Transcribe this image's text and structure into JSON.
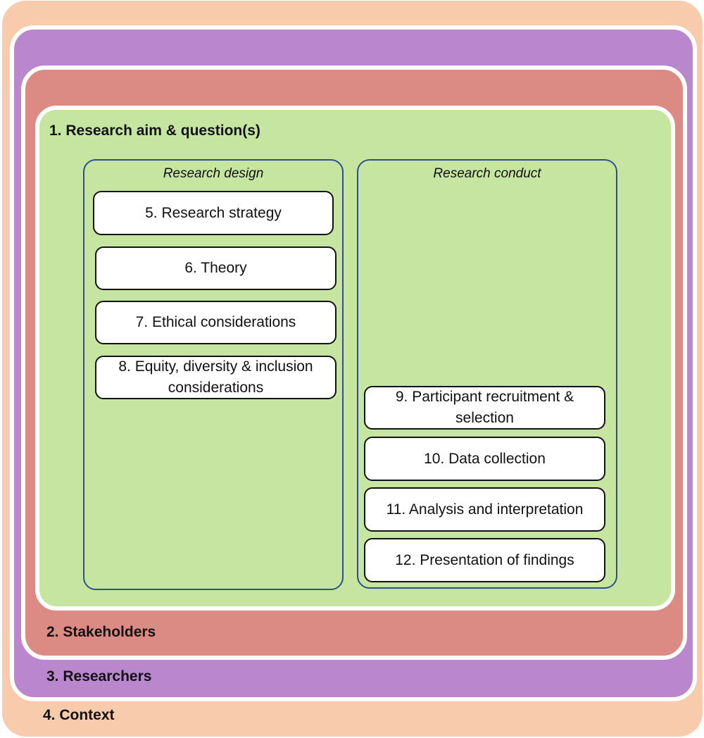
{
  "layers": {
    "aim": {
      "label": "1. Research aim & question(s)",
      "color": "#C6E5A0"
    },
    "stakeholders": {
      "label": "2. Stakeholders",
      "color": "#DC8A84"
    },
    "researchers": {
      "label": "3. Researchers",
      "color": "#BA87CF"
    },
    "context": {
      "label": "4. Context",
      "color": "#F7CBAC"
    }
  },
  "panels": {
    "design": {
      "title": "Research design",
      "items": [
        "5. Research strategy",
        "6. Theory",
        "7. Ethical considerations",
        "8. Equity, diversity & inclusion considerations"
      ]
    },
    "conduct": {
      "title": "Research conduct",
      "items": [
        "9. Participant recruitment & selection",
        "10. Data collection",
        "11. Analysis and interpretation",
        "12. Presentation of findings"
      ]
    }
  }
}
